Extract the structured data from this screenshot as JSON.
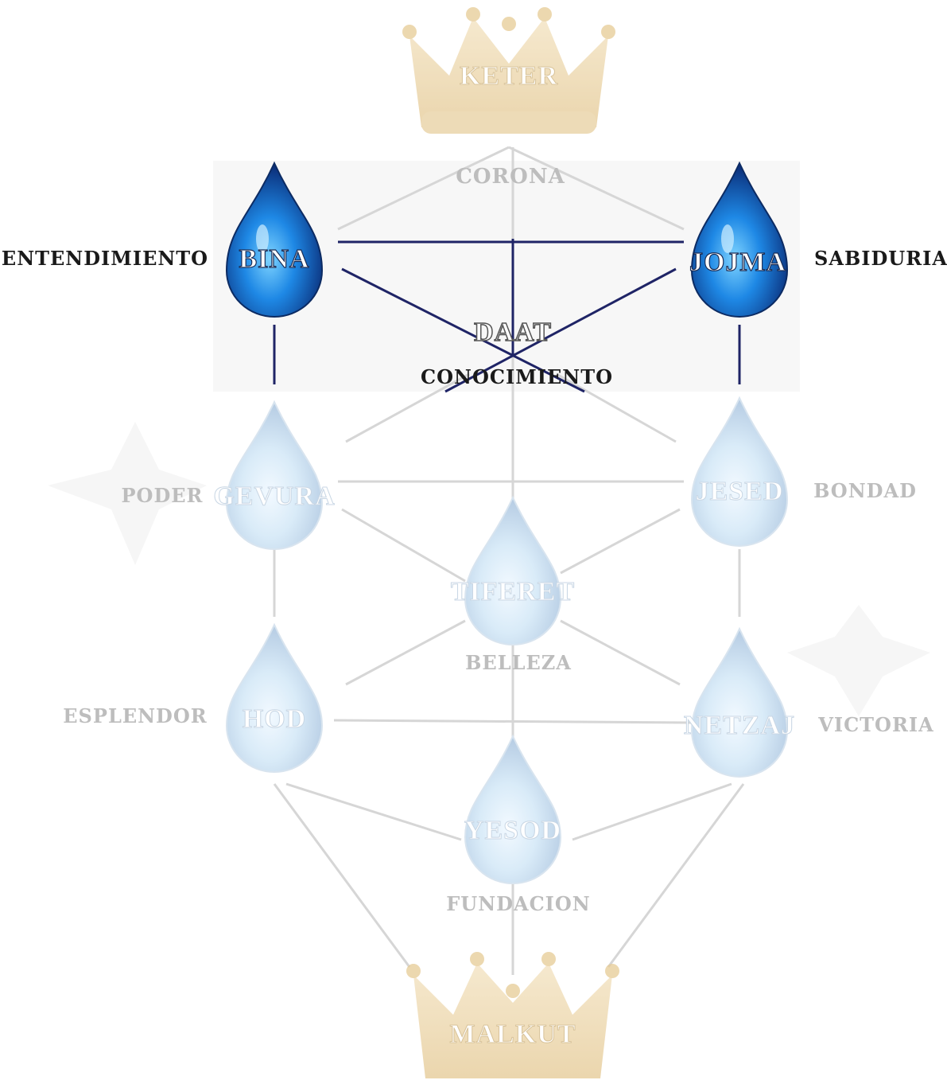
{
  "nodes": {
    "keter": {
      "name": "KETER",
      "meaning": "CORONA"
    },
    "bina": {
      "name": "BINA",
      "meaning": "ENTENDIMIENTO"
    },
    "jojma": {
      "name": "JOJMA",
      "meaning": "SABIDURIA"
    },
    "daat": {
      "name": "DAAT",
      "meaning": "CONOCIMIENTO"
    },
    "gevura": {
      "name": "GEVURA",
      "meaning": "PODER"
    },
    "jesed": {
      "name": "JESED",
      "meaning": "BONDAD"
    },
    "tiferet": {
      "name": "TIFERET",
      "meaning": "BELLEZA"
    },
    "hod": {
      "name": "HOD",
      "meaning": "ESPLENDOR"
    },
    "netzaj": {
      "name": "NETZAJ",
      "meaning": "VICTORIA"
    },
    "yesod": {
      "name": "YESOD",
      "meaning": "FUNDACION"
    },
    "malkut": {
      "name": "MALKUT"
    }
  },
  "colors": {
    "active_drop": "#1565c0",
    "faded_drop": "#c9dcef",
    "active_line": "#1f2466",
    "faded_line": "#d6d6d6",
    "crown": "#e9d2a6"
  }
}
